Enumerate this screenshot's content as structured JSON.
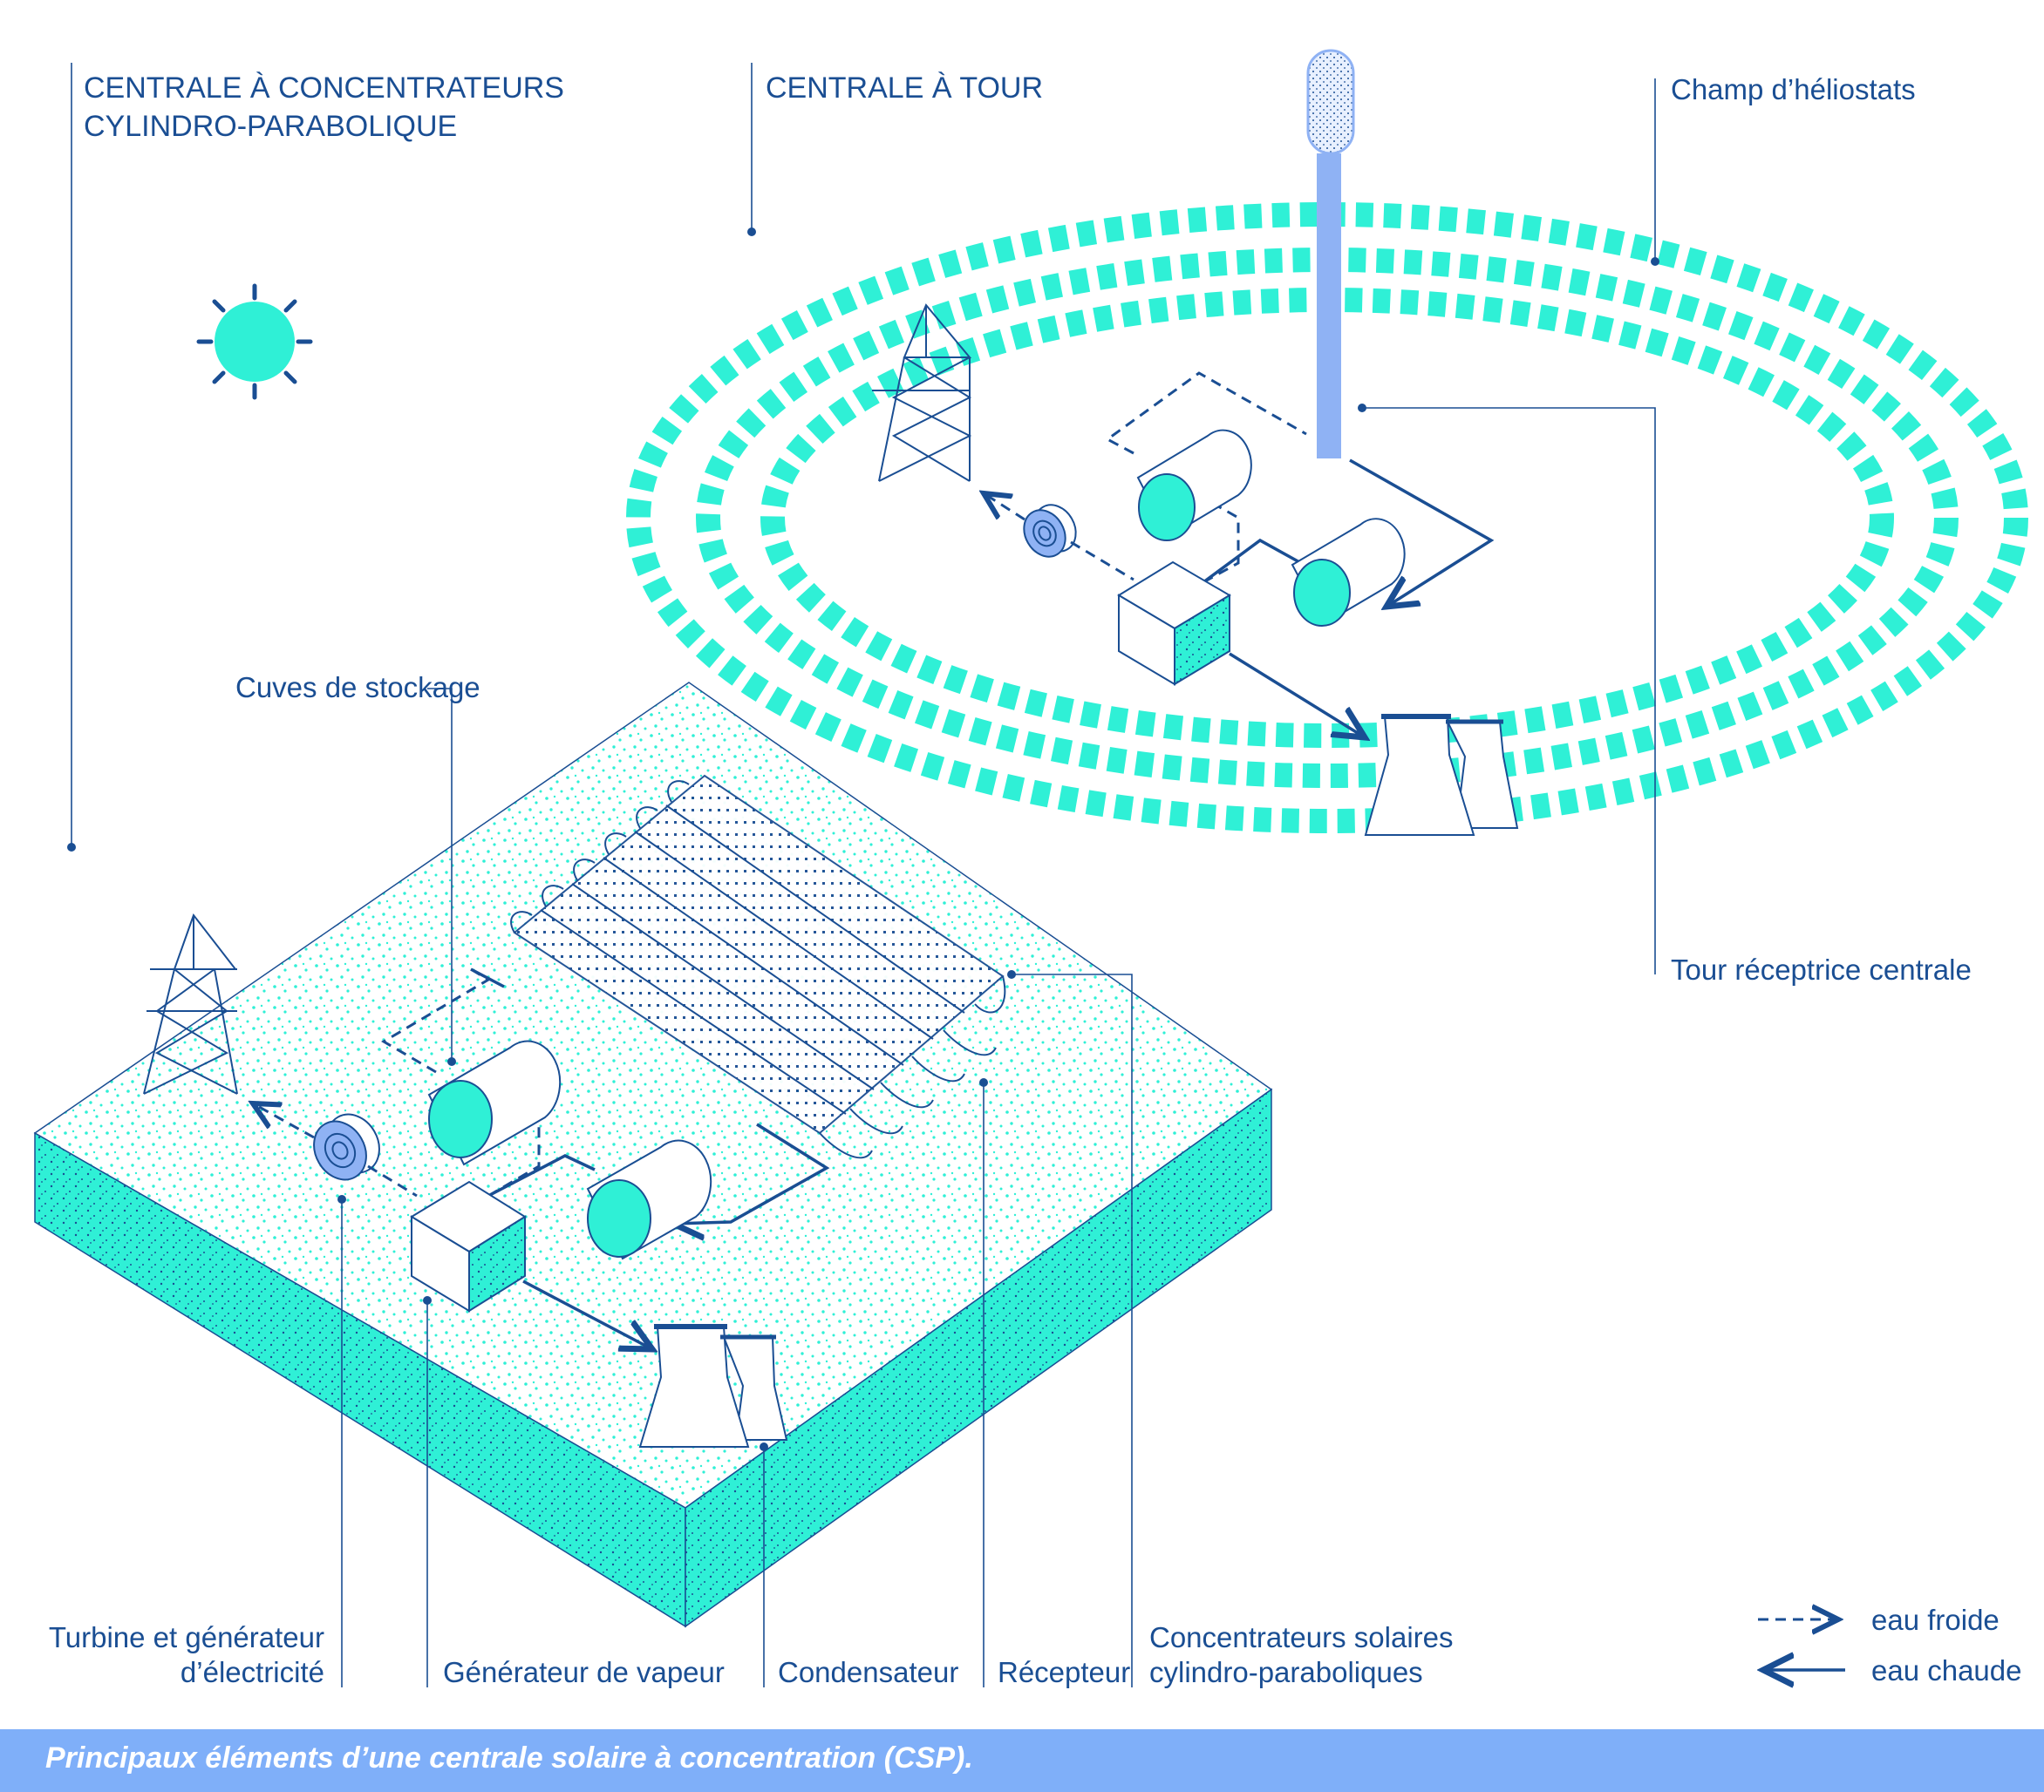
{
  "titles": {
    "trough_plant": [
      "CENTRALE À CONCENTRATEURS",
      "CYLINDRO-PARABOLIQUE"
    ],
    "tower_plant": "CENTRALE À TOUR"
  },
  "labels": {
    "heliostat_field": "Champ d’héliostats",
    "storage_tanks": "Cuves de stockage",
    "central_tower": "Tour réceptrice centrale",
    "turbine": [
      "Turbine et générateur",
      "d’électricité"
    ],
    "steam_generator": "Générateur de vapeur",
    "condenser": "Condensateur",
    "receiver": "Récepteur",
    "concentrators": [
      "Concentrateurs solaires",
      "cylindro-paraboliques"
    ]
  },
  "legend": {
    "cold_water": "eau froide",
    "hot_water": "eau chaude"
  },
  "caption": "Principaux éléments d’une centrale solaire à concentration (CSP).",
  "colors": {
    "ink": "#1a4e93",
    "turquoise": "#2ff0d6",
    "tower_blue": "#8fb2f4",
    "caption_bar": "#7faff9"
  },
  "icons": [
    "sun-icon",
    "pylon-icon",
    "turbine-icon",
    "storage-tank-icon",
    "steam-generator-icon",
    "cooling-tower-icon",
    "heliostat-icon",
    "receiver-tower-icon"
  ]
}
